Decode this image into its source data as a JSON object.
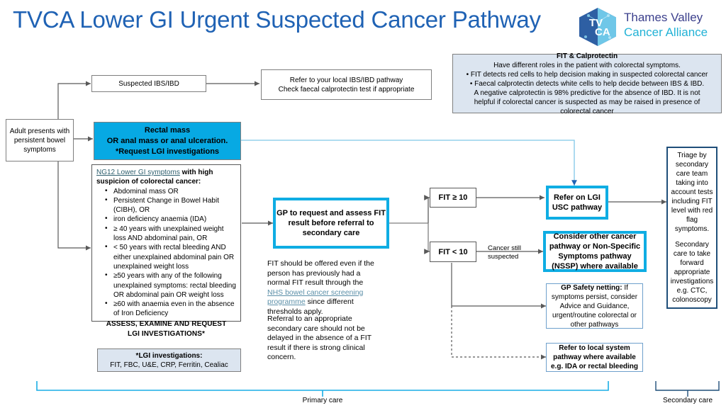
{
  "page_title": "TVCA Lower GI Urgent Suspected Cancer Pathway",
  "logo": {
    "mark_left": "TV",
    "mark_right": "CA",
    "line1": "Thames Valley",
    "line2": "Cancer Alliance",
    "hex_color_dark": "#2E5FA3",
    "hex_color_light": "#6FC7E8"
  },
  "colors": {
    "title_blue": "#1F62B4",
    "accent_cyan": "#0FADE3",
    "fill_cyan": "#07A9E3",
    "info_fill": "#DCE5F0",
    "navy": "#1F4E79",
    "grey_line": "#7F7F7F"
  },
  "nodes": {
    "adult_presents": "Adult presents with persistent bowel symptoms",
    "suspected_ibs": "Suspected IBS/IBD",
    "refer_ibs_line1": "Refer to your local IBS/IBD pathway",
    "refer_ibs_line2": "Check faecal calprotectin test if appropriate",
    "rectal_mass_line1": "Rectal mass",
    "rectal_mass_line2": "OR anal mass or anal ulceration.",
    "rectal_mass_line3": "*Request LGI investigations",
    "gp_request": "GP to request and assess FIT result before referral to secondary care",
    "fit_high": "FIT ≥ 10",
    "fit_low": "FIT < 10",
    "refer_lgi_line1": "Refer on LGI",
    "refer_lgi_line2": "USC pathway",
    "consider_other": "Consider other cancer pathway or Non-Specific Symptoms pathway (NSSP) where available",
    "safety_netting_bold": "GP Safety netting:",
    "safety_netting_rest": " If symptoms persist, consider Advice and Guidance, urgent/routine colorectal or other pathways",
    "local_system": "Refer to local system pathway where  available e.g. IDA or rectal bleeding",
    "triage_p1": "Triage by secondary care team taking into account  tests including FIT level with  red flag symptoms.",
    "triage_p2": "Secondary care to take forward appropriate investigations e.g. CTC, colonoscopy"
  },
  "ng12": {
    "link_text": "NG12 Lower GI symptoms",
    "head_rest": " with high suspicion of colorectal cancer:",
    "bullets": [
      "Abdominal mass OR",
      "Persistent Change in Bowel Habit (CIBH), OR",
      "iron deficiency anaemia (IDA)",
      "≥ 40 years with unexplained weight loss AND abdominal pain, OR",
      "< 50 years with rectal bleeding AND either unexplained abdominal pain OR unexplained weight loss",
      "≥50 years with any of the following unexplained symptoms: rectal bleeding OR abdominal pain OR weight loss",
      "≥60 with anaemia even in the absence of Iron Deficiency"
    ],
    "footer_line1": "ASSESS, EXAMINE AND REQUEST",
    "footer_line2": "LGI INVESTIGATIONS*"
  },
  "lgi_investigations": {
    "title": "*LGI investigations:",
    "body": "FIT, FBC, U&E, CRP, Ferritin, Cealiac"
  },
  "fit_calprotectin_box": {
    "title": "FIT & Calprotectin",
    "lines": [
      "Have different roles in the patient with colorectal symptoms.",
      "• FIT detects red cells to help decision making in suspected colorectal cancer",
      "• Faecal calprotectin detects white cells to help decide between IBS & IBD.",
      "A negative calprotectin is 98% predictive for the absence of IBD. It is not",
      "helpful if colorectal cancer is suspected as may be raised in presence of",
      "colorectal cancer"
    ]
  },
  "notes": {
    "fit_note_part1": "FIT should be offered even if the person has previously had a normal FIT result through the ",
    "fit_note_link": "NHS bowel cancer screening programme",
    "fit_note_part2": " since different thresholds apply.",
    "fit_note_para2": "Referral to an appropriate secondary care should not be delayed in the absence of a FIT result if there is strong clinical concern."
  },
  "edge_labels": {
    "cancer_still_suspected": "Cancer still suspected"
  },
  "footer": {
    "primary_care": "Primary care",
    "secondary_care": "Secondary care"
  }
}
